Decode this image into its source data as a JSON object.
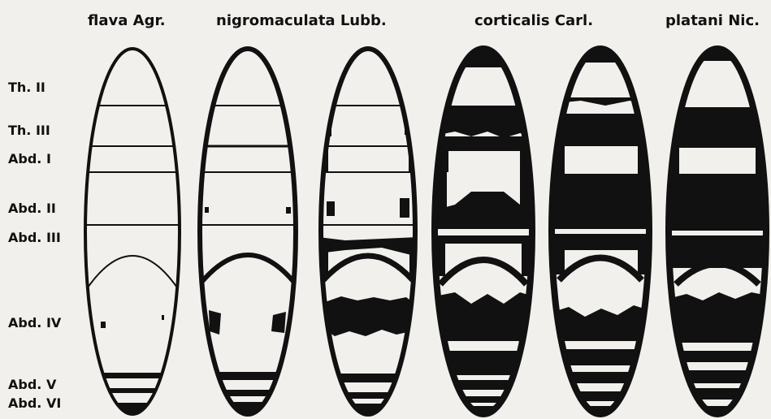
{
  "species": [
    {
      "label": "flava Agr."
    },
    {
      "label": "nigromaculata Lubb."
    },
    {
      "label": "corticalis Carl."
    },
    {
      "label": "platani Nic."
    }
  ],
  "segments": [
    {
      "label": "Th. II"
    },
    {
      "label": "Th. III"
    },
    {
      "label": "Abd. I"
    },
    {
      "label": "Abd. II"
    },
    {
      "label": "Abd. III"
    },
    {
      "label": "Abd. IV"
    },
    {
      "label": "Abd. V"
    },
    {
      "label": "Abd. VI"
    }
  ],
  "colors": {
    "ink": "#111111",
    "paper": "#f1f0ec"
  }
}
